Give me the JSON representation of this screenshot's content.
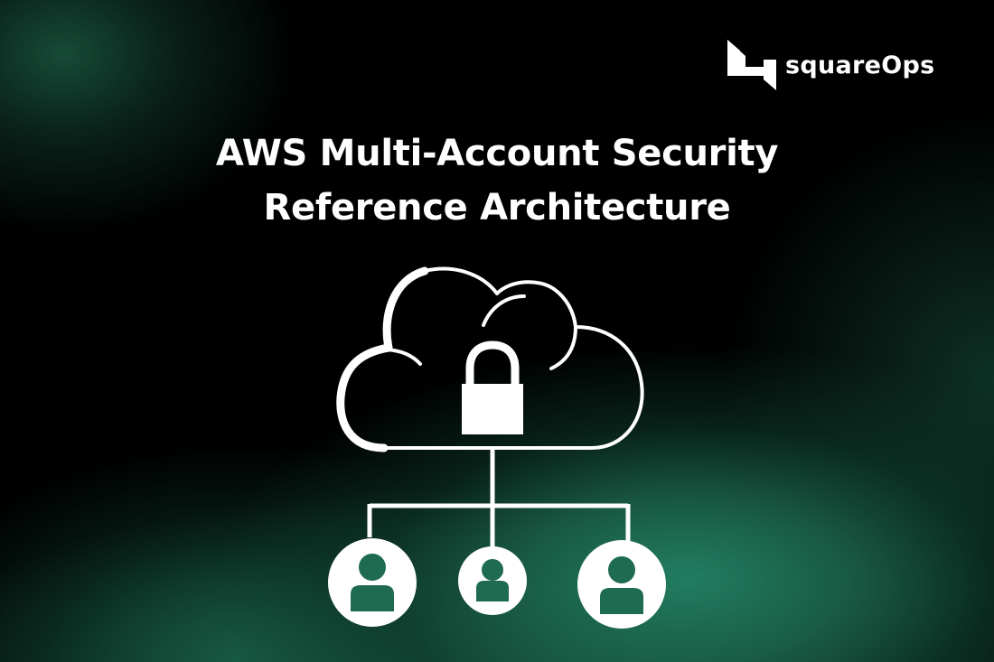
{
  "brand": {
    "name": "squareOps",
    "logo_icon": "squareops-logo-icon"
  },
  "hero": {
    "title_line1": "AWS Multi-Account Security",
    "title_line2": "Reference Architecture"
  },
  "illustration": {
    "cloud_icon": "cloud-icon",
    "lock_icon": "padlock-icon",
    "user_icons": [
      "user-icon",
      "user-icon",
      "user-icon"
    ],
    "user_count": 3
  },
  "colors": {
    "background": "#000000",
    "accent_green_dark": "#0F3D2E",
    "accent_green_light": "#217D60",
    "foreground": "#FFFFFF",
    "user_figure": "#1F6B52"
  }
}
